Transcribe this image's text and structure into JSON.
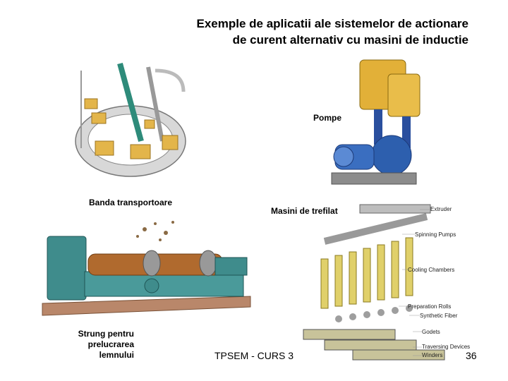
{
  "title": {
    "line1": "Exemple de aplicatii ale sistemelor de actionare",
    "line2": "de curent alternativ cu masini de inductie"
  },
  "captions": {
    "conveyor": "Banda transportoare",
    "pump": "Pompe",
    "wire": "Masini de trefilat",
    "lathe_line1": "Strung pentru",
    "lathe_line2": "prelucrarea lemnului"
  },
  "diagram_labels": {
    "extruder": "Extruder",
    "spinning_pumps": "Spinning Pumps",
    "cooling_chambers": "Cooling Chambers",
    "preparation_rolls": "Preparation Rolls",
    "synthetic_fiber": "Synthetic Fiber",
    "godets": "Godets",
    "traversing_devices": "Traversing Devices",
    "winders": "Winders"
  },
  "footer": {
    "course": "TPSEM - CURS 3",
    "page": "36"
  }
}
